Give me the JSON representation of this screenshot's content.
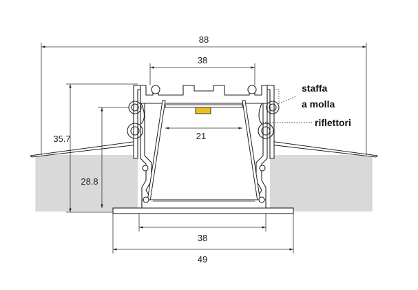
{
  "dimensions": {
    "overall_width": "88",
    "top_channel_width": "38",
    "inner_opening": "21",
    "bottom_channel_width": "38",
    "base_width": "49",
    "total_height": "35.7",
    "recess_depth": "28.8"
  },
  "labels": {
    "spring_line1": "staffa",
    "spring_line2": "a molla",
    "reflectors": "riflettori"
  },
  "colors": {
    "ceiling": "#d9d9d9",
    "led_chip": "#e8c020",
    "line": "#222222"
  }
}
